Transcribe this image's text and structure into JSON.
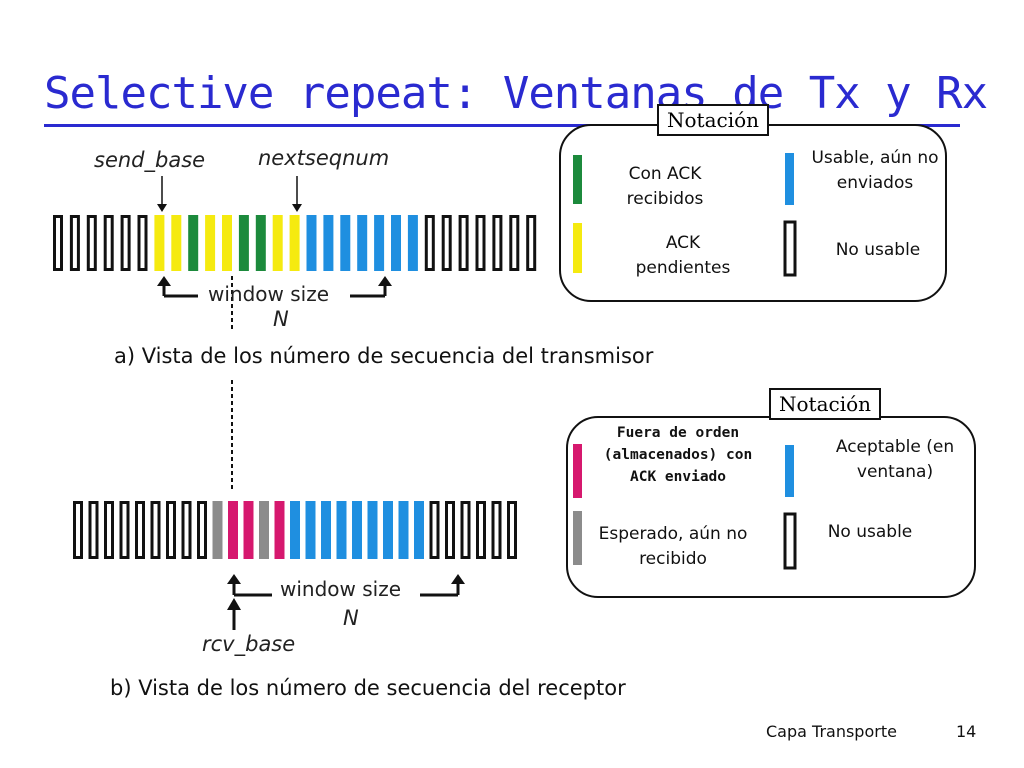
{
  "title": "Selective repeat: Ventanas de Tx y Rx",
  "colors": {
    "title_blue": "#2a2ad0",
    "ack_green": "#1c8a3c",
    "pending_yellow": "#f5ea10",
    "usable_blue": "#1f8fe0",
    "buffered_magenta": "#d6186e",
    "expected_gray": "#8c8c8c"
  },
  "sender": {
    "send_base_label": "send_base",
    "nextseqnum_label": "nextseqnum",
    "window_size_label": "window size",
    "n_label": "N",
    "caption": "a) Vista de los número de secuencia del transmisor",
    "slots": [
      "unusable",
      "unusable",
      "unusable",
      "unusable",
      "unusable",
      "unusable",
      "pending",
      "pending",
      "ack",
      "pending",
      "pending",
      "ack",
      "ack",
      "pending",
      "pending",
      "usable",
      "usable",
      "usable",
      "usable",
      "usable",
      "usable",
      "usable",
      "unusable",
      "unusable",
      "unusable",
      "unusable",
      "unusable",
      "unusable",
      "unusable"
    ]
  },
  "sender_legend": {
    "tag": "Notación",
    "items": {
      "acked": "Con ACK recibidos",
      "pending": "ACK pendientes",
      "usable": "Usable, aún no enviados",
      "unusable": "No usable"
    }
  },
  "receiver": {
    "window_size_label": "window size",
    "n_label": "N",
    "rcv_base_label": "rcv_base",
    "caption": "b) Vista de los número de secuencia del receptor",
    "slots": [
      "unusable",
      "unusable",
      "unusable",
      "unusable",
      "unusable",
      "unusable",
      "unusable",
      "unusable",
      "unusable",
      "expected",
      "buffered",
      "buffered",
      "expected",
      "buffered",
      "usable",
      "usable",
      "usable",
      "usable",
      "usable",
      "usable",
      "usable",
      "usable",
      "usable",
      "unusable",
      "unusable",
      "unusable",
      "unusable",
      "unusable",
      "unusable"
    ]
  },
  "receiver_legend": {
    "tag": "Notación",
    "items": {
      "buffered": "Fuera de orden (almacenados) con ACK enviado",
      "acceptable": "Aceptable (en ventana)",
      "expected": "Esperado, aún no recibido",
      "unusable": "No usable"
    }
  },
  "footer": {
    "left": "Capa Transporte",
    "page": "14"
  }
}
